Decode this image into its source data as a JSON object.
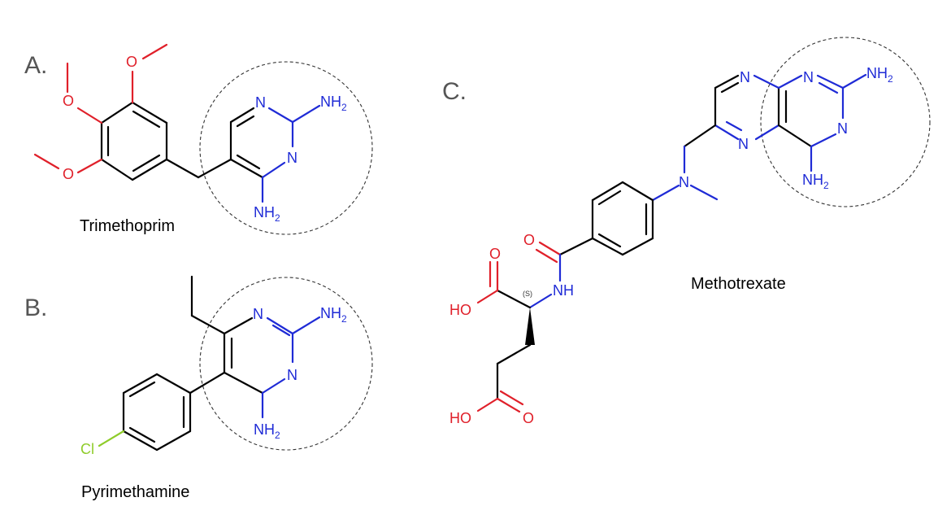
{
  "panels": {
    "a": {
      "label": "A.",
      "name": "Trimethoprim"
    },
    "b": {
      "label": "B.",
      "name": "Pyrimethamine"
    },
    "c": {
      "label": "C.",
      "name": "Methotrexate"
    }
  },
  "atoms": {
    "O": "O",
    "N": "N",
    "NH": "NH",
    "NH2": "NH",
    "sub2": "2",
    "HO": "HO",
    "Cl": "Cl",
    "stereo": "(S)"
  },
  "colors": {
    "nitrogen": "#1f2bd6",
    "oxygen": "#e0202a",
    "chlorine": "#8fcc2a",
    "carbon": "#000000",
    "panel_label": "#555555"
  }
}
